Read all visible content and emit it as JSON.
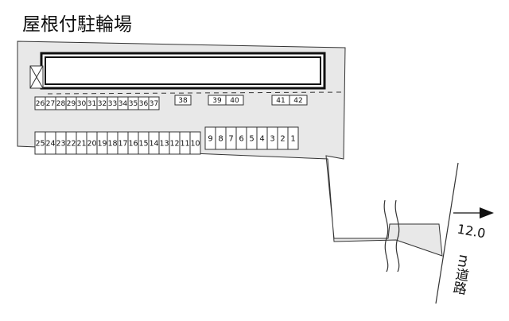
{
  "title": "屋根付駐輪場",
  "road": {
    "width_label": "12.0",
    "unit_label": "m道路"
  },
  "row_top_left": [
    "26",
    "27",
    "28",
    "29",
    "30",
    "31",
    "32",
    "33",
    "34",
    "35",
    "36",
    "37"
  ],
  "row_top_right_single": [
    "38"
  ],
  "row_top_right_pair_a": [
    "39",
    "40"
  ],
  "row_top_right_pair_b": [
    "41",
    "42"
  ],
  "row_bottom_left": [
    "25",
    "24",
    "23",
    "22",
    "21",
    "20",
    "19",
    "18",
    "17",
    "16",
    "15",
    "14",
    "13",
    "12",
    "11",
    "10"
  ],
  "row_bottom_right": [
    "9",
    "8",
    "7",
    "6",
    "5",
    "4",
    "3",
    "2",
    "1"
  ],
  "colors": {
    "lot_fill": "#e8e8e8",
    "line": "#333333",
    "roof_border": "#111111"
  }
}
